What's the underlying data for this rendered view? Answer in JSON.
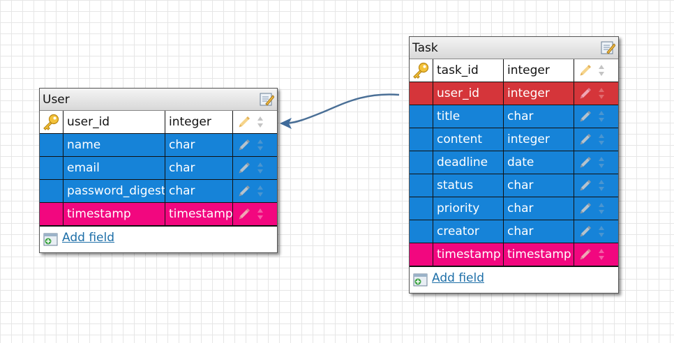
{
  "tables": {
    "user": {
      "title": "User",
      "add_field": "Add field",
      "rows": [
        {
          "name": "user_id",
          "type": "integer",
          "kind": "pk"
        },
        {
          "name": "name",
          "type": "char",
          "kind": "blue"
        },
        {
          "name": "email",
          "type": "char",
          "kind": "blue"
        },
        {
          "name": "password_digest",
          "type": "char",
          "kind": "blue"
        },
        {
          "name": "timestamp",
          "type": "timestamp",
          "kind": "pink"
        }
      ]
    },
    "task": {
      "title": "Task",
      "add_field": "Add field",
      "rows": [
        {
          "name": "task_id",
          "type": "integer",
          "kind": "pk"
        },
        {
          "name": "user_id",
          "type": "integer",
          "kind": "red"
        },
        {
          "name": "title",
          "type": "char",
          "kind": "blue"
        },
        {
          "name": "content",
          "type": "integer",
          "kind": "blue"
        },
        {
          "name": "deadline",
          "type": "date",
          "kind": "blue"
        },
        {
          "name": "status",
          "type": "char",
          "kind": "blue"
        },
        {
          "name": "priority",
          "type": "char",
          "kind": "blue"
        },
        {
          "name": "creator",
          "type": "char",
          "kind": "blue"
        },
        {
          "name": "timestamp",
          "type": "timestamp",
          "kind": "pink"
        }
      ]
    }
  },
  "relation": {
    "from": "task.user_id",
    "to": "user.user_id"
  },
  "colors": {
    "primary_key_row": "#ffffff",
    "field_row": "#1683d8",
    "foreign_key_row": "#d5353a",
    "timestamp_row": "#f2077f",
    "connector": "#4a6f96",
    "link": "#1e6fa8"
  },
  "icons": [
    "key-icon",
    "pencil-icon",
    "sort-arrows-icon",
    "edit-table-icon",
    "add-field-icon"
  ]
}
